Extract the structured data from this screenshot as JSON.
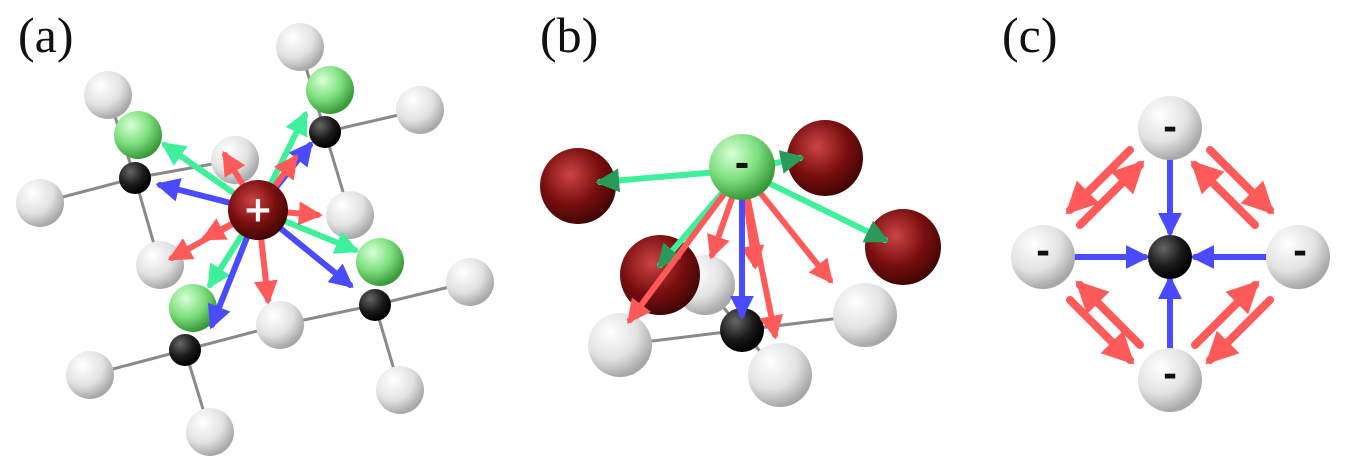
{
  "panels": [
    {
      "id": "a",
      "label": "(a)",
      "central_charge": "+"
    },
    {
      "id": "b",
      "label": "(b)",
      "central_charge": "-"
    },
    {
      "id": "c",
      "label": "(c)",
      "site_charge": "-"
    }
  ],
  "colors": {
    "white_atom": "#e8e8e8",
    "black_atom": "#1a1a1a",
    "green_atom": "#7ee07e",
    "red_atom": "#7a0f0f",
    "red_arrow": "#ff5a5a",
    "blue_arrow": "#4a4aff",
    "green_arrow": "#3ef09a",
    "bond": "#8a8a8a"
  }
}
